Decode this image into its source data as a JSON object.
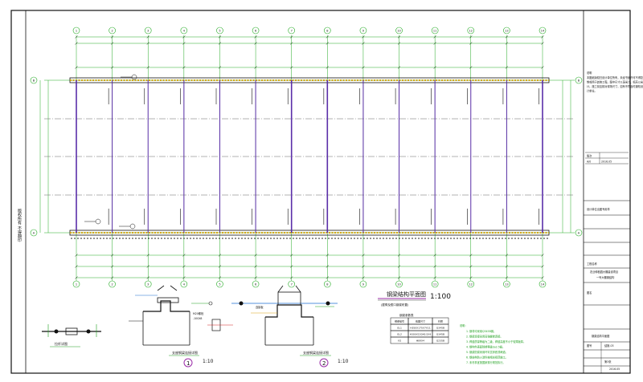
{
  "drawing": {
    "plan_title": "钢梁结构平面图",
    "plan_scale": "1:100",
    "plan_subtitle": "(屋脊及檐口钢梁布置)",
    "left_margin_text": "版权所有 不得翻印",
    "column_grid_top": [
      "1",
      "2",
      "3",
      "4",
      "5",
      "6",
      "7",
      "8",
      "9",
      "10",
      "11",
      "12",
      "13",
      "14"
    ],
    "row_grid_left": [
      "B",
      "A"
    ],
    "detail_1": {
      "number": "1",
      "title": "支座钢梁连接详图",
      "scale": "1:10"
    },
    "detail_2": {
      "number": "2",
      "title": "支座钢梁连接详图",
      "scale": "1:10"
    },
    "small_detail_title": "拉杆详图",
    "table": {
      "title": "钢梁参数表",
      "headers": [
        "钢梁编号",
        "截面尺寸",
        "材质"
      ],
      "rows": [
        [
          "GL1",
          "H350X175X7X11",
          "Q345B"
        ],
        [
          "GL2",
          "H300X150X6.5X9",
          "Q345B"
        ],
        [
          "XG",
          "Φ89X4",
          "Q235B"
        ]
      ]
    },
    "notes_title": "说明：",
    "notes": [
      "1. 钢材均采用Q345B钢。",
      "2. 钢梁连接采用高强螺栓连接。",
      "3. 焊缝质量等级为二级，焊缝高度不小于较薄板厚。",
      "4. 钢构件表面除锈等级Sa2.5级。",
      "5. 钢梁防腐采用环氧富锌底漆两道。",
      "6. 钢结构防火涂料按相关规范施工。",
      "7. 未尽事宜按国家现行规范执行。"
    ]
  },
  "title_block": {
    "notes_header": "说明",
    "general_notes": "本图纸版权归设计单位所有，未经书面许可不得复制或用于其他工程。图中尺寸以毫米计，标高以米计。施工前应核对现场尺寸，如有不符及时通知设计单位。",
    "version_label": "版次",
    "version_value": "A/0",
    "date_value": "2016.05",
    "project_label": "工程名称",
    "project_name": "农业种植园大棚建设项目",
    "project_sub": "一号大棚钢结构",
    "drawing_label": "图名",
    "drawing_name": "钢梁结构平面图",
    "number_label": "图号",
    "number_value": "结施-03",
    "sheet_value": "第3张",
    "stamp_text": "设计单位出图专用章"
  },
  "colors": {
    "lines": "#111111",
    "grid": "#22aa22",
    "purge": "#9b2ea8",
    "accent": "#d9a316",
    "red": "#d02020"
  }
}
